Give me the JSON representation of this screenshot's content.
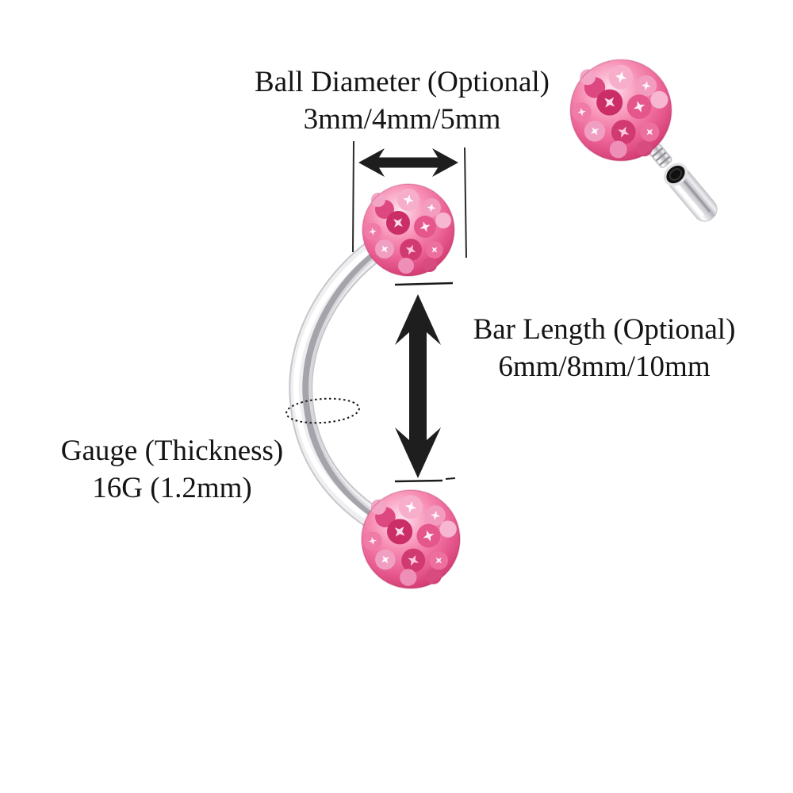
{
  "figure": {
    "ball_diameter": {
      "label": "Ball Diameter (Optional)",
      "value": "3mm/4mm/5mm"
    },
    "bar_length": {
      "label": "Bar Length (Optional)",
      "value": "6mm/8mm/10mm"
    },
    "gauge": {
      "label": "Gauge (Thickness)",
      "value": "16G (1.2mm)"
    }
  },
  "colors": {
    "background": "#ffffff",
    "text": "#141414",
    "arrow": "#1e1e1e",
    "metal_silver": "#d6d6da",
    "crystal_base": "#e8538a",
    "crystal_light": "#f8bcd4",
    "crystal_deep": "#c52a62"
  }
}
